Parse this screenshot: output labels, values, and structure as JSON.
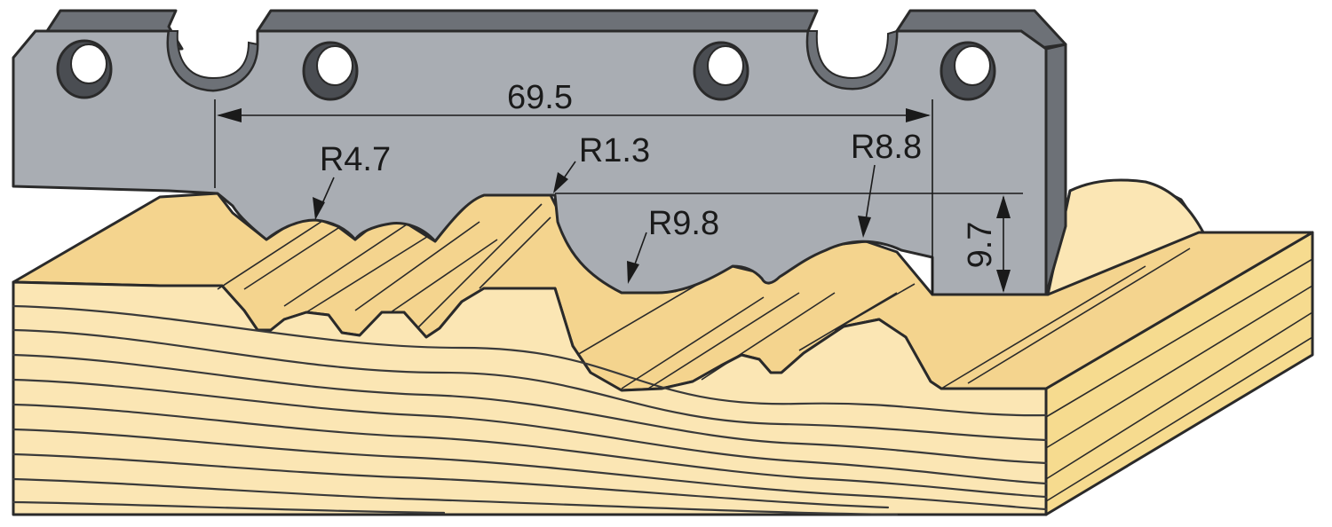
{
  "dimensions": {
    "width_label": "69.5",
    "height_label": "9.7",
    "radius_1": "R4.7",
    "radius_2": "R1.3",
    "radius_3": "R9.8",
    "radius_4": "R8.8"
  },
  "colors": {
    "blade_face": "#a9adb3",
    "blade_edge": "#6d7177",
    "blade_hole": "#4a4d52",
    "wood_light": "#fbe6b4",
    "wood_mid": "#f4d48e",
    "wood_side": "#f6db8f",
    "line": "#2a2a2a"
  }
}
